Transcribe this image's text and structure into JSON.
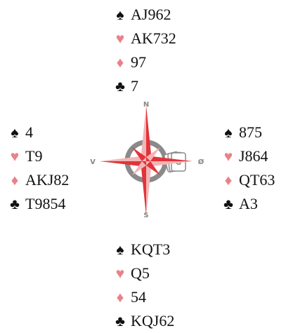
{
  "colors": {
    "red_suit": "#e8828a",
    "black_suit": "#111111",
    "compass_red": "#e2333a",
    "compass_pink": "#f2b5b5",
    "compass_gray": "#8a8a8a"
  },
  "suit_icons": {
    "spades": "spade-icon",
    "hearts": "heart-icon",
    "diamonds": "diamond-icon",
    "clubs": "club-icon"
  },
  "suit_symbols": {
    "spades": "♠",
    "hearts": "♥",
    "diamonds": "♦",
    "clubs": "♣"
  },
  "compass": {
    "north": "N",
    "south": "S",
    "west": "V",
    "east": "Ø",
    "dealer_badge": "G"
  },
  "hands": {
    "north": {
      "spades": "AJ962",
      "hearts": "AK732",
      "diamonds": "97",
      "clubs": "7"
    },
    "west": {
      "spades": "4",
      "hearts": "T9",
      "diamonds": "AKJ82",
      "clubs": "T9854"
    },
    "east": {
      "spades": "875",
      "hearts": "J864",
      "diamonds": "QT63",
      "clubs": "A3"
    },
    "south": {
      "spades": "KQT3",
      "hearts": "Q5",
      "diamonds": "54",
      "clubs": "KQJ62"
    }
  }
}
